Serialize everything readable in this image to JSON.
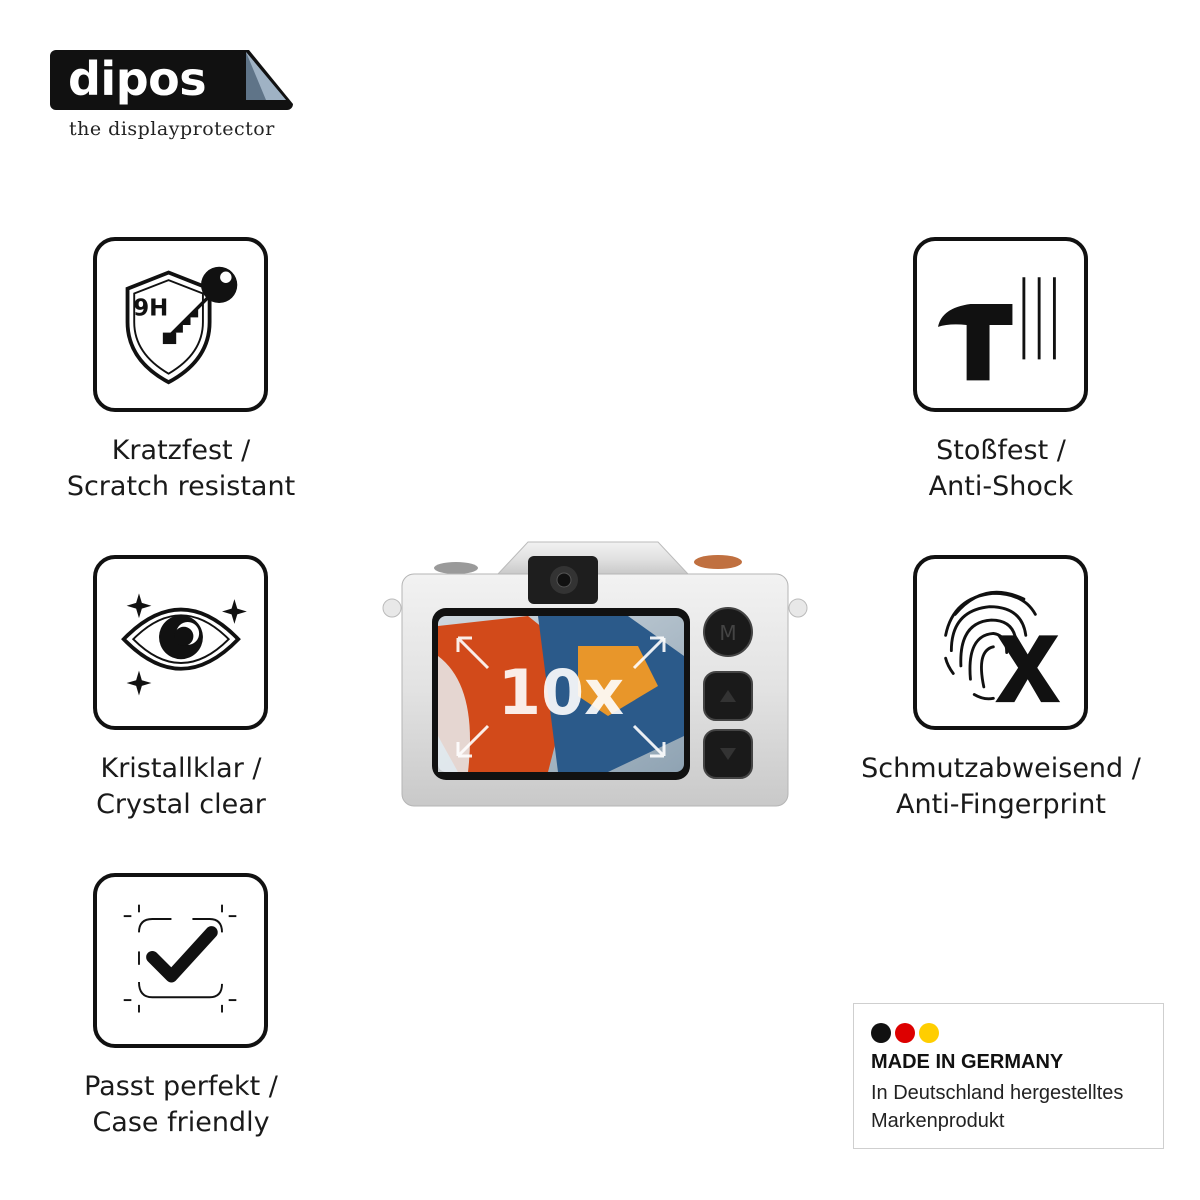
{
  "brand": {
    "name": "dipos",
    "tagline": "the displayprotector"
  },
  "features": [
    {
      "icon": "shield-key-9h-icon",
      "line1": "Kratzfest /",
      "line2": "Scratch resistant"
    },
    {
      "icon": "eye-sparkle-icon",
      "line1": "Kristallklar /",
      "line2": "Crystal clear"
    },
    {
      "icon": "checkmark-frame-icon",
      "line1": "Passt perfekt /",
      "line2": "Case friendly"
    },
    {
      "icon": "hammer-impact-icon",
      "line1": "Stoßfest /",
      "line2": "Anti-Shock"
    },
    {
      "icon": "fingerprint-x-icon",
      "line1": "Schmutzabweisend /",
      "line2": "Anti-Fingerprint"
    }
  ],
  "shield_badge": "9H",
  "product": {
    "zoom_label": "10x",
    "button_label": "M"
  },
  "made_in_germany": {
    "title": "MADE IN GERMANY",
    "line1": "In Deutschland hergestelltes",
    "line2": "Markenprodukt",
    "flag_colors": [
      "#111111",
      "#dd0000",
      "#ffce00"
    ]
  },
  "colors": {
    "icon_stroke": "#111111",
    "text": "#1a1a1a"
  }
}
